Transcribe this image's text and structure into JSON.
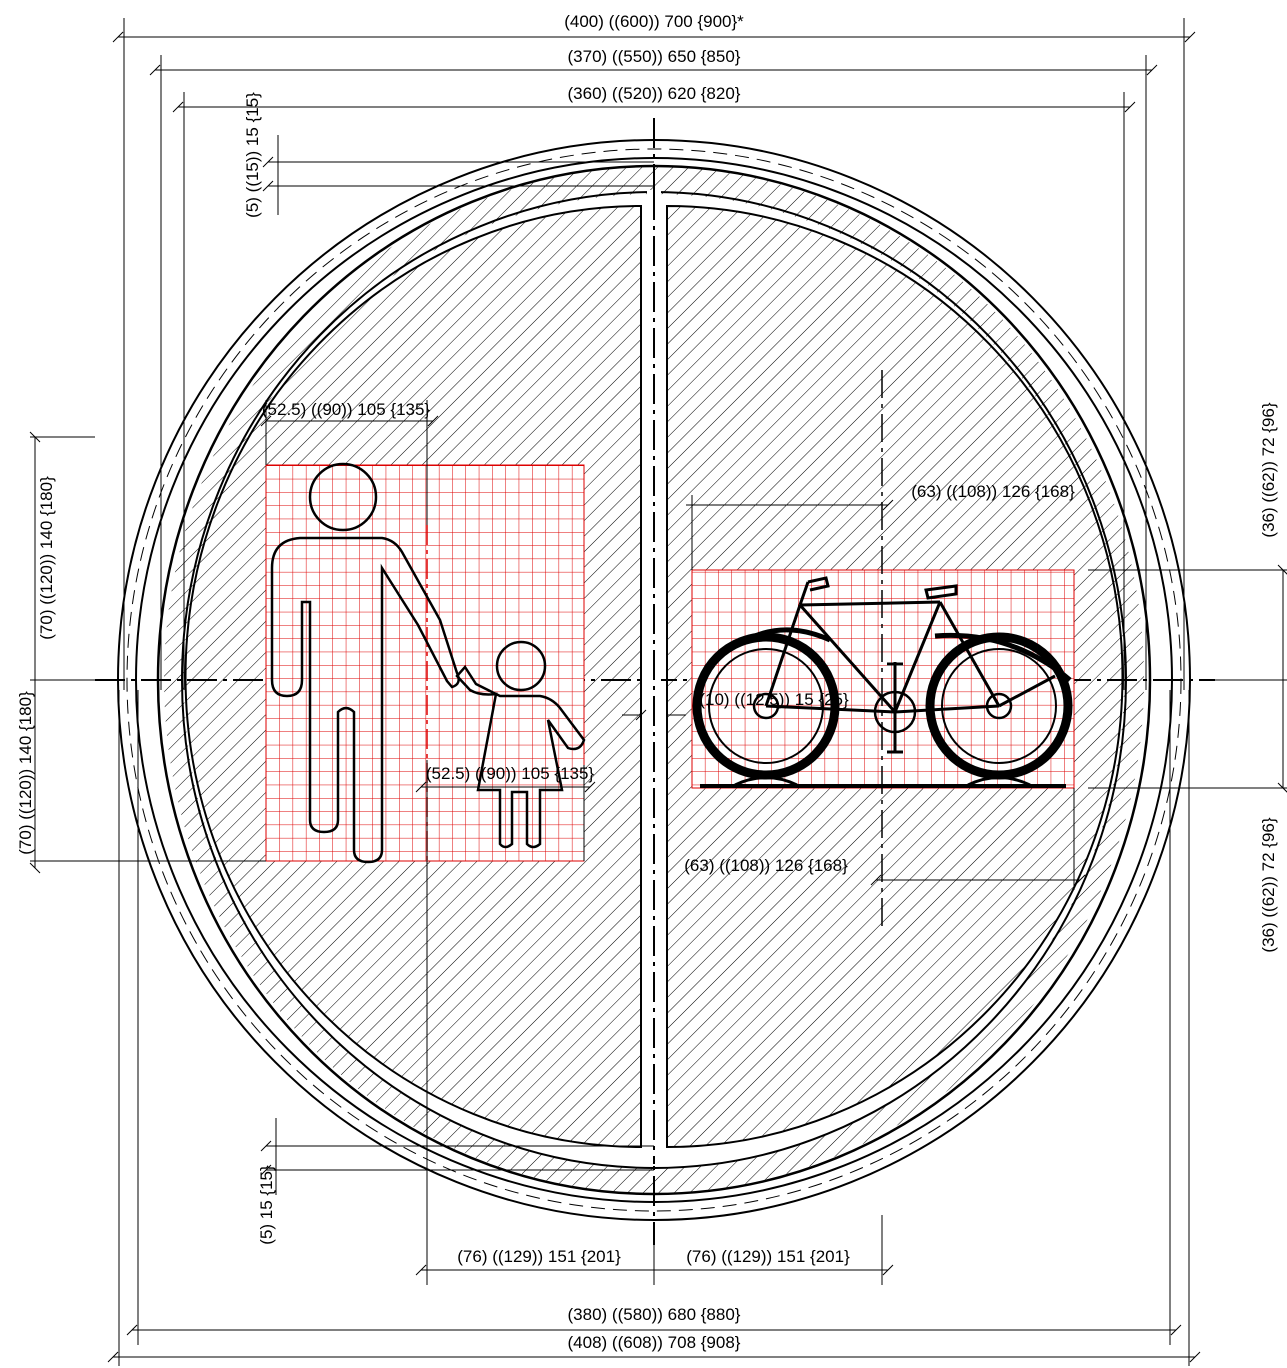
{
  "drawing": {
    "subject": "round traffic sign with segregated pedestrian and cycle path (shop drawing)",
    "colors": {
      "line": "#000000",
      "hatch": "#000000",
      "grid": "#dd0000",
      "background": "#ffffff"
    },
    "dimensions": {
      "top_overall": "(400) ((600)) 700 {900}*",
      "top_second": "(370) ((550)) 650 {850}",
      "top_third": "(360) ((520)) 620 {820}",
      "left_border_top": "(5) ((15)) 15 {15}",
      "left_border_bottom": "(5) 15 {15}",
      "pedestrian_width_top": "(52.5) ((90)) 105 {135}",
      "pedestrian_width_bottom": "(52.5) ((90)) 105 {135}",
      "pedestrian_height_upper": "(70) ((120)) 140 {180}",
      "pedestrian_height_lower": "(70) ((120)) 140 {180}",
      "bicycle_width_top": "(63) ((108)) 126 {168}",
      "bicycle_width_bottom": "(63) ((108)) 126 {168}",
      "bicycle_height_upper": "(36) ((62)) 72 {96}",
      "bicycle_height_lower": "(36) ((62)) 72 {96}",
      "divider_gap": "(10) ((12.5)) 15 {25}",
      "bottom_half_left": "(76) ((129)) 151 {201}",
      "bottom_half_right": "(76) ((129)) 151 {201}",
      "bottom_inner": "(380) ((580)) 680 {880}",
      "bottom_overall": "(408) ((608)) 708 {908}"
    },
    "icons": [
      "pedestrian-adult-icon",
      "pedestrian-child-icon",
      "bicycle-icon"
    ]
  }
}
